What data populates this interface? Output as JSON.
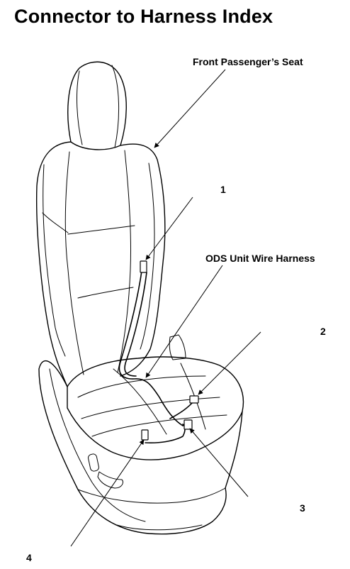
{
  "page": {
    "title": "Connector to Harness Index"
  },
  "diagram": {
    "labels": {
      "seat": "Front Passenger’s Seat",
      "harness": "ODS Unit Wire Harness"
    },
    "callouts": [
      "1",
      "2",
      "3",
      "4"
    ]
  }
}
